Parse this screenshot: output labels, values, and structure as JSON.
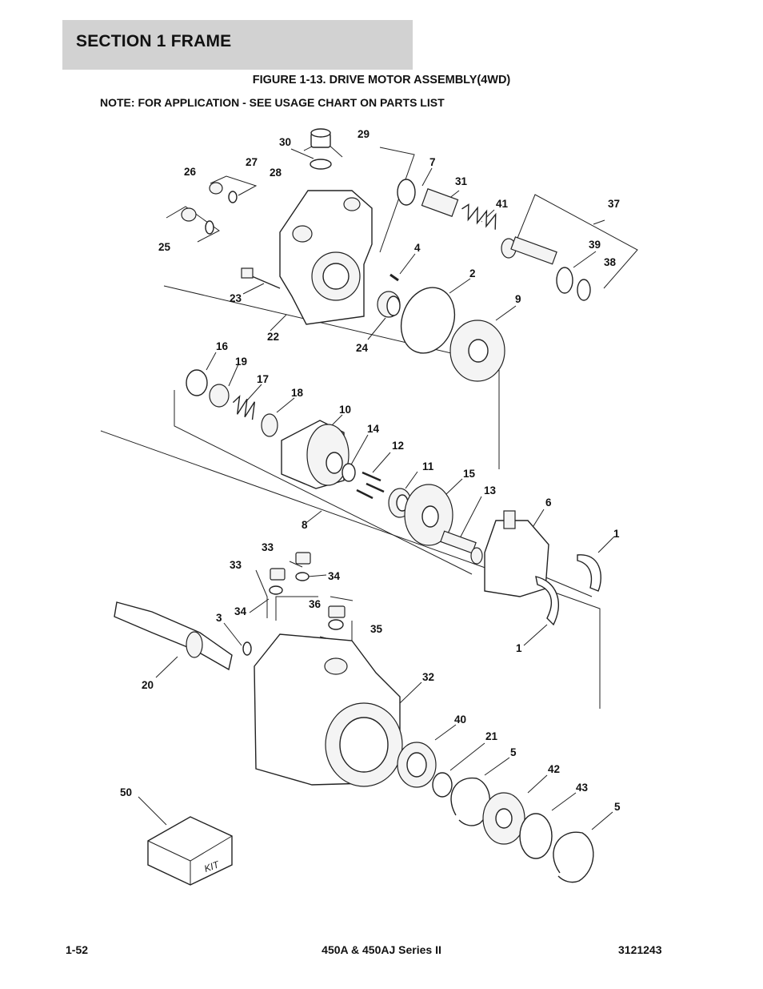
{
  "header": {
    "section": "SECTION 1  FRAME",
    "figure_title": "FIGURE 1-13. DRIVE MOTOR ASSEMBLY(4WD)",
    "note": "NOTE:  FOR  APPLICATION - SEE USAGE CHART  ON PARTS LIST"
  },
  "diagram": {
    "kit_label": "KIT",
    "callouts": [
      "30",
      "29",
      "27",
      "28",
      "26",
      "25",
      "7",
      "31",
      "41",
      "37",
      "39",
      "38",
      "4",
      "2",
      "9",
      "23",
      "22",
      "24",
      "16",
      "19",
      "17",
      "18",
      "10",
      "14",
      "12",
      "11",
      "15",
      "13",
      "6",
      "1",
      "8",
      "33",
      "33",
      "34",
      "34",
      "36",
      "3",
      "35",
      "20",
      "32",
      "40",
      "21",
      "5",
      "42",
      "43",
      "5",
      "1",
      "50"
    ]
  },
  "footer": {
    "page": "1-52",
    "model": "450A & 450AJ Series II",
    "doc_number": "3121243"
  }
}
